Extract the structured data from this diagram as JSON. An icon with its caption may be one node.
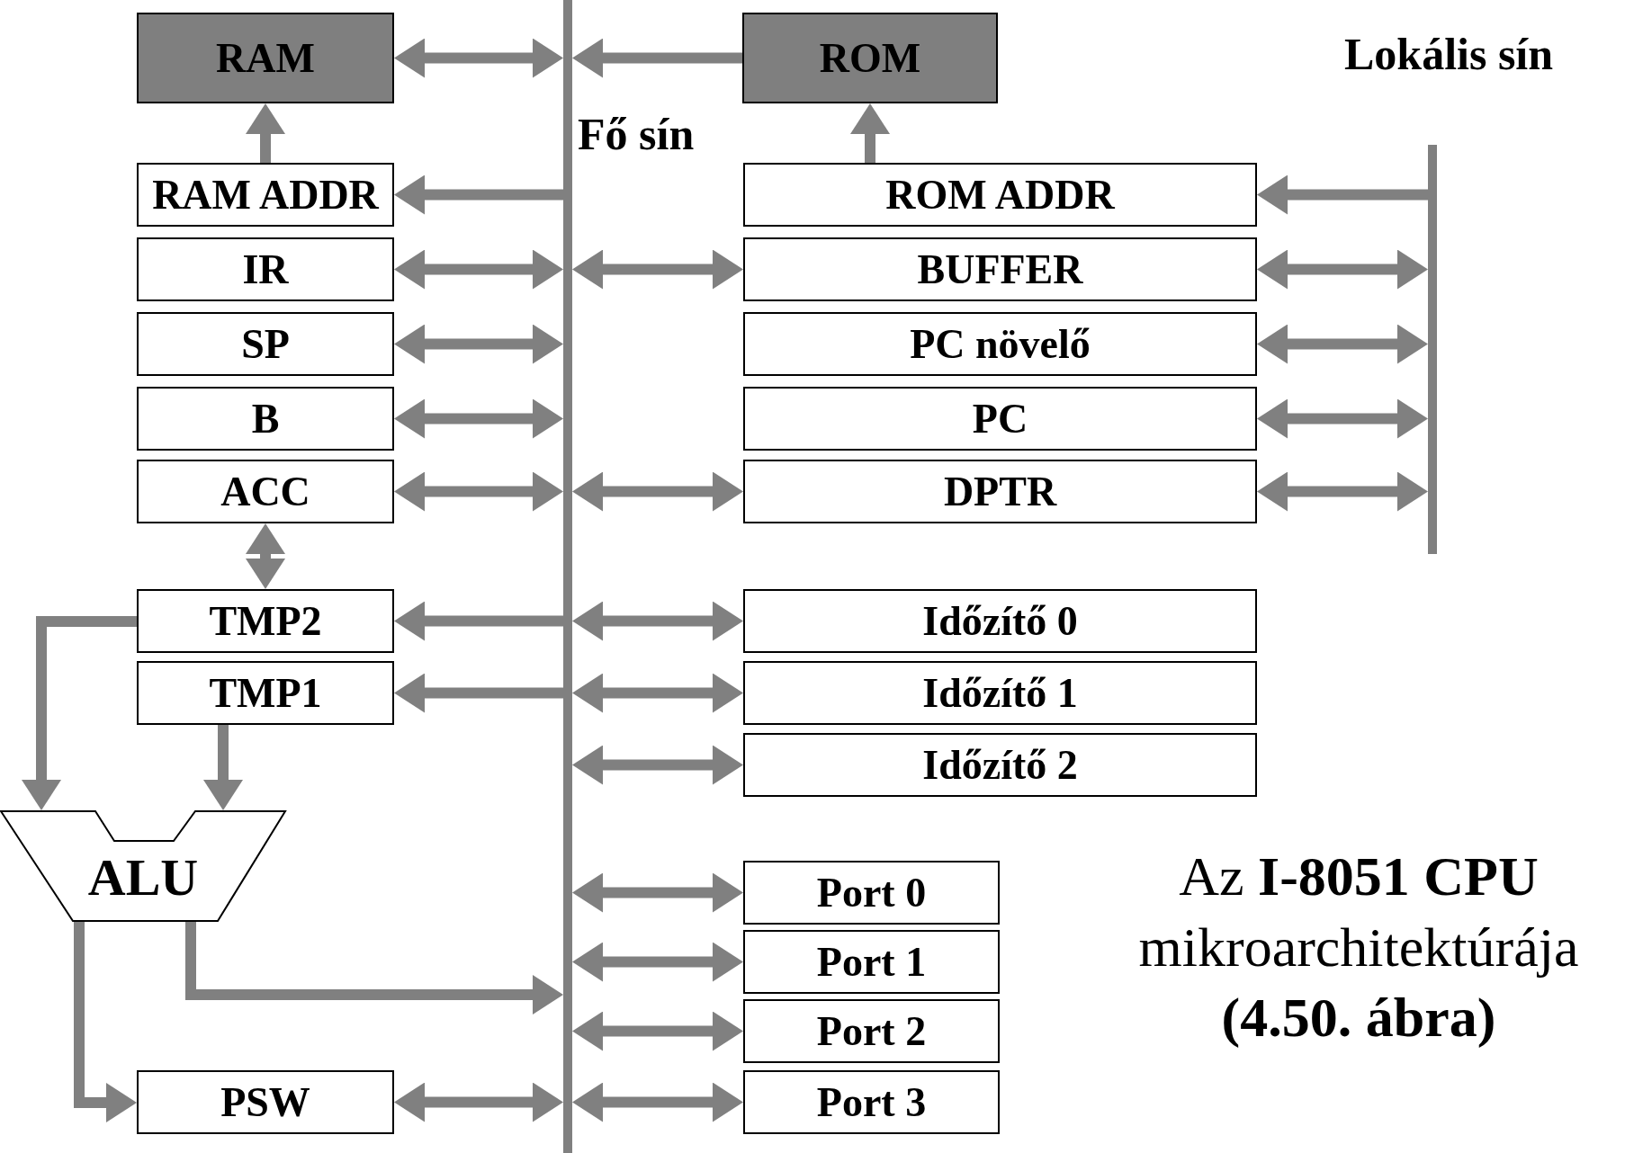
{
  "diagram": {
    "caption": "Az **I-8051 CPU** mikroarchitektúrája **(4.50. ábra)**",
    "nodes": [
      {
        "text": [
          "RAM"
        ]
      },
      {
        "text": [],
        "shape": "bar",
        "beside": [
          "Fő sín"
        ]
      },
      {
        "text": [
          "ROM"
        ]
      },
      {
        "text": [],
        "shape": "bar",
        "beside": [
          "Lokális sín"
        ]
      },
      {
        "text": [
          "RAM ADDR"
        ]
      },
      {
        "text": [
          "ROM ADDR"
        ]
      },
      {
        "text": [
          "IR"
        ]
      },
      {
        "text": [
          "BUFFER"
        ]
      },
      {
        "text": [
          "SP"
        ]
      },
      {
        "text": [
          "PC növelő"
        ]
      },
      {
        "text": [
          "B"
        ]
      },
      {
        "text": [
          "PC"
        ]
      },
      {
        "text": [
          "ACC"
        ]
      },
      {
        "text": [
          "DPTR"
        ]
      },
      {
        "text": [
          "TMP2"
        ]
      },
      {
        "text": [
          "Időzítő 0"
        ]
      },
      {
        "text": [
          "TMP1"
        ]
      },
      {
        "text": [
          "Időzítő 1"
        ]
      },
      {
        "text": [
          "Időzítő 2"
        ]
      },
      {
        "text": [
          "ALU"
        ]
      },
      {
        "text": [
          "Port 0"
        ]
      },
      {
        "text": [
          "Port 1"
        ]
      },
      {
        "text": [
          "Port 2"
        ]
      },
      {
        "text": [
          "PSW"
        ]
      },
      {
        "text": [
          "Port 3"
        ]
      }
    ],
    "edges": [
      {
        "from": 0,
        "to": 1,
        "arrow": "both"
      },
      {
        "from": 2,
        "to": 1,
        "arrow": "to"
      },
      {
        "from": 4,
        "to": 0,
        "arrow": "to"
      },
      {
        "from": 5,
        "to": 2,
        "arrow": "to"
      },
      {
        "from": 1,
        "to": 4,
        "arrow": "to"
      },
      {
        "from": 3,
        "to": 5,
        "arrow": "to"
      },
      {
        "from": 6,
        "to": 1,
        "arrow": "both"
      },
      {
        "from": 1,
        "to": 7,
        "arrow": "both"
      },
      {
        "from": 7,
        "to": 3,
        "arrow": "both"
      },
      {
        "from": 8,
        "to": 1,
        "arrow": "both"
      },
      {
        "from": 9,
        "to": 3,
        "arrow": "both"
      },
      {
        "from": 10,
        "to": 1,
        "arrow": "both"
      },
      {
        "from": 11,
        "to": 3,
        "arrow": "both"
      },
      {
        "from": 12,
        "to": 1,
        "arrow": "both"
      },
      {
        "from": 1,
        "to": 13,
        "arrow": "both"
      },
      {
        "from": 13,
        "to": 3,
        "arrow": "both"
      },
      {
        "from": 12,
        "to": 14,
        "arrow": "both"
      },
      {
        "from": 1,
        "to": 14,
        "arrow": "to"
      },
      {
        "from": 1,
        "to": 15,
        "arrow": "both"
      },
      {
        "from": 14,
        "to": 19,
        "arrow": "to"
      },
      {
        "from": 1,
        "to": 16,
        "arrow": "to"
      },
      {
        "from": 1,
        "to": 17,
        "arrow": "both"
      },
      {
        "from": 16,
        "to": 19,
        "arrow": "to"
      },
      {
        "from": 1,
        "to": 18,
        "arrow": "both"
      },
      {
        "from": 1,
        "to": 20,
        "arrow": "both"
      },
      {
        "from": 1,
        "to": 21,
        "arrow": "both"
      },
      {
        "from": 1,
        "to": 22,
        "arrow": "both"
      },
      {
        "from": 19,
        "to": 1,
        "arrow": "to"
      },
      {
        "from": 19,
        "to": 23,
        "arrow": "to"
      },
      {
        "from": 23,
        "to": 1,
        "arrow": "both"
      },
      {
        "from": 1,
        "to": 24,
        "arrow": "both"
      }
    ]
  }
}
